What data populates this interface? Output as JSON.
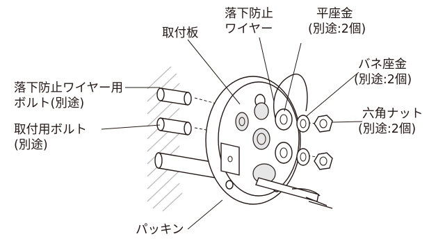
{
  "labels": {
    "mounting_plate": "取付板",
    "fall_wire_line1": "落下防止",
    "fall_wire_line2": "ワイヤー",
    "flat_washer_line1": "平座金",
    "flat_washer_line2": "(別途:2個)",
    "spring_washer_line1": "バネ座金",
    "spring_washer_line2": "(別途:2個)",
    "hex_nut_line1": "六角ナット",
    "hex_nut_line2": "(別途:2個)",
    "wire_bolt_line1": "落下防止ワイヤー用",
    "wire_bolt_line2": "ボルト(別途)",
    "mount_bolt_line1": "取付用ボルト",
    "mount_bolt_line2": "(別途)",
    "packing": "パッキン"
  }
}
